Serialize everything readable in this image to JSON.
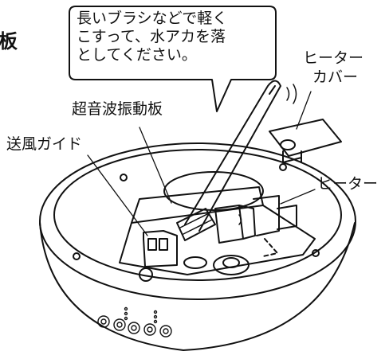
{
  "header": {
    "partial_title": "板"
  },
  "callout": {
    "lines": [
      "長いブラシなどで軽く",
      "こすって、水アカを落",
      "としてください。"
    ]
  },
  "labels": {
    "heater_cover": [
      "ヒーター",
      "カバー"
    ],
    "ultrasonic_plate": "超音波振動板",
    "air_guide": "送風ガイド",
    "heater": "ヒーター"
  }
}
